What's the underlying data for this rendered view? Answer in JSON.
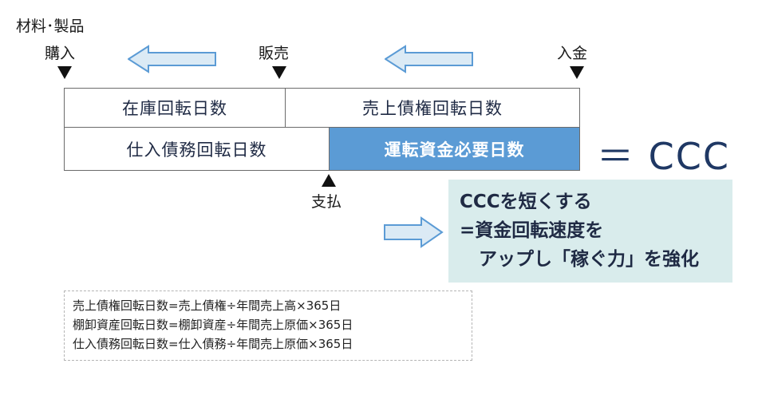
{
  "labels": {
    "materials": "材料･製品",
    "purchase": "購入",
    "sales": "販売",
    "deposit": "入金",
    "payment": "支払"
  },
  "cells": {
    "inventory_days": "在庫回転日数",
    "receivable_days": "売上債権回転日数",
    "payable_days": "仕入債務回転日数",
    "working_capital_days": "運転資金必要日数"
  },
  "result": "＝ CCC",
  "note": {
    "line1": "CCCを短くする",
    "line2": "=資金回転速度を",
    "line3": "アップし「稼ぐ力」を強化"
  },
  "formulas": [
    "売上債権回転日数=売上債権÷年間売上高×365日",
    "棚卸資産回転日数=棚卸資産÷年間売上原価×365日",
    "仕入債務回転日数=仕入債務÷年間売上原価×365日"
  ],
  "colors": {
    "highlight": "#5b9bd5",
    "arrow_fill": "#dbeaf5",
    "arrow_stroke": "#5b9bd5",
    "note_bg": "#d9ecec",
    "text": "#1f3864"
  },
  "icons": [
    "left-arrow-icon",
    "right-arrow-icon",
    "down-triangle-icon",
    "up-triangle-icon"
  ]
}
